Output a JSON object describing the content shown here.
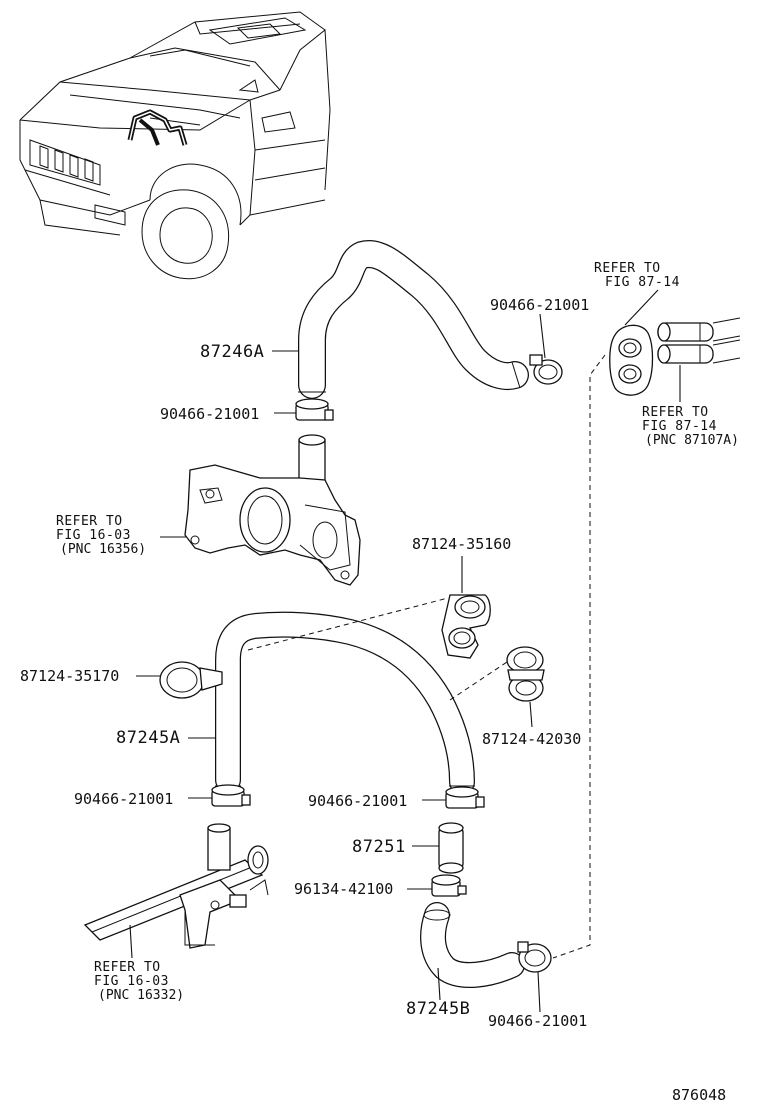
{
  "labels": {
    "hose_upper": "87246A",
    "clamp_upper_right": "90466-21001",
    "clamp_upper_left": "90466-21001",
    "ref_fig_8714_a": {
      "line1": "REFER TO",
      "line2": "FIG 87-14"
    },
    "ref_fig_8714_b": {
      "line1": "REFER TO",
      "line2": "FIG 87-14",
      "line3": "(PNC 87107A)"
    },
    "ref_fig_1603_a": {
      "line1": "REFER TO",
      "line2": "FIG 16-03",
      "line3": "(PNC 16356)"
    },
    "clamp_87124_35160": "87124-35160",
    "clamp_87124_35170": "87124-35170",
    "hose_middle": "87245A",
    "clamp_87124_42030": "87124-42030",
    "clamp_mid_left": "90466-21001",
    "clamp_mid_right": "90466-21001",
    "pipe_87251": "87251",
    "clamp_96134": "96134-42100",
    "ref_fig_1603_b": {
      "line1": "REFER TO",
      "line2": "FIG 16-03",
      "line3": "(PNC 16332)"
    },
    "hose_lower": "87245B",
    "clamp_lower_right": "90466-21001",
    "figure_number": "876048"
  }
}
